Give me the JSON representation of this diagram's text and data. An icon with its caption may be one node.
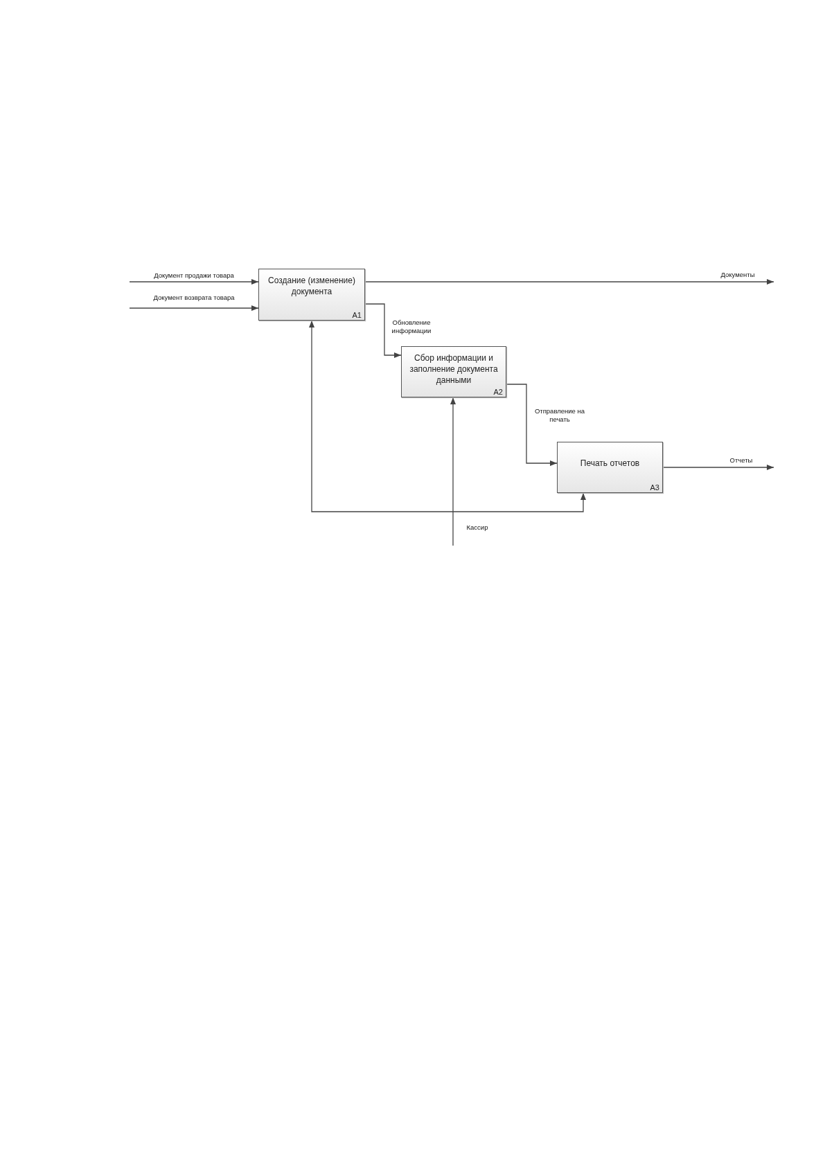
{
  "diagram": {
    "nodes": [
      {
        "text": [
          "Создание (изменение) документа",
          "A1"
        ]
      },
      {
        "text": [
          "Сбор информации и заполнение документа данными",
          "A2"
        ]
      },
      {
        "text": [
          "Печать отчетов",
          "A3"
        ]
      }
    ],
    "edges": [
      {
        "from": null,
        "to": 0,
        "arrow": "to",
        "label": "Документ продажи товара"
      },
      {
        "from": null,
        "to": 0,
        "arrow": "to",
        "label": "Документ возврата товара"
      },
      {
        "from": 0,
        "to": null,
        "arrow": "to",
        "label": "Документы"
      },
      {
        "from": 0,
        "to": 1,
        "arrow": "to",
        "label": "Обновление информации"
      },
      {
        "from": 1,
        "to": 2,
        "arrow": "to",
        "label": "Отправление на печать"
      },
      {
        "from": 2,
        "to": null,
        "arrow": "to",
        "label": "Отчеты"
      },
      {
        "from": null,
        "to": 1,
        "arrow": "to",
        "label": "Кассир"
      },
      {
        "from": null,
        "to": 0,
        "arrow": "to"
      },
      {
        "from": null,
        "to": 2,
        "arrow": "to"
      }
    ]
  }
}
